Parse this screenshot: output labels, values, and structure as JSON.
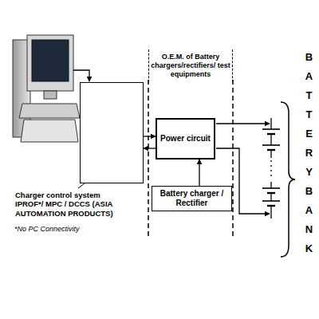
{
  "diagram": {
    "nodes": [
      {
        "text": [
          "O.E.M. of Battery chargers/rectifiers/ test equipments"
        ]
      },
      {
        "text": [
          "Charger control system IPROF*/ MPC / DCCS (ASIA AUTOMATION PRODUCTS)"
        ]
      },
      {
        "text": [
          "Power circuit"
        ]
      },
      {
        "text": [
          "Battery charger / Rectifier"
        ]
      }
    ],
    "edges": [
      {
        "from": 1,
        "to": 2,
        "arrow": "to"
      },
      {
        "from": 2,
        "to": 1,
        "arrow": "to"
      },
      {
        "from": 3,
        "to": 2,
        "arrow": "to"
      }
    ],
    "labels": [
      "*No PC Connectivity",
      "BATTERY BANK"
    ]
  }
}
